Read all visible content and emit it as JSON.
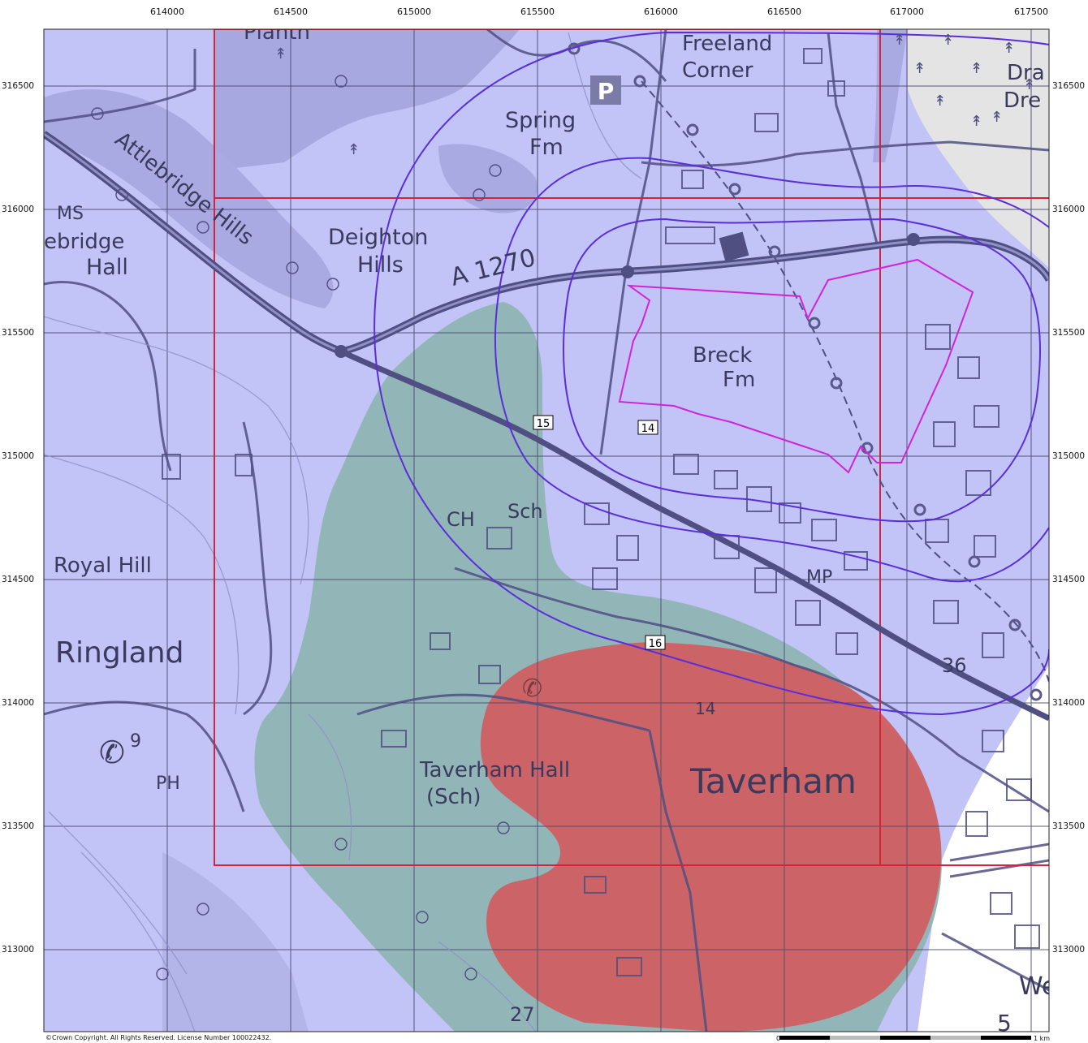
{
  "colors": {
    "background_zone": "#c2c3f7",
    "teal_zone": "#8fb5b4",
    "red_zone": "#cf5f62",
    "grey_zone": "#e4e4e4",
    "road": "#4f4f82",
    "grid": "#4a4a70",
    "red_rect": "#d8223a",
    "contour_purple": "#5a2ed8",
    "site_boundary": "#d024d8"
  },
  "axes": {
    "x_ticks": [
      "614000",
      "614500",
      "615000",
      "615500",
      "616000",
      "616500",
      "617000",
      "617500"
    ],
    "y_ticks": [
      "316500",
      "316000",
      "315500",
      "315000",
      "314500",
      "314000",
      "313500",
      "313000"
    ]
  },
  "place_labels": {
    "planth": "Planth",
    "freeland": "Freeland",
    "corner": "Corner",
    "dra": "Dra",
    "dre": "Dre",
    "spring": "Spring",
    "fm1": "Fm",
    "ms": "MS",
    "attlebridge_hills": "Attlebridge Hills",
    "ebridge": "ebridge",
    "hall": "Hall",
    "deighton": "Deighton",
    "hills": "Hills",
    "a1270": "A 1270",
    "breck": "Breck",
    "fm2": "Fm",
    "royal_hill": "Royal Hill",
    "ch": "CH",
    "sch": "Sch",
    "mp": "MP",
    "ringland": "Ringland",
    "n36": "36",
    "n14": "14",
    "n9": "9",
    "ph": "PH",
    "taverham_hall": "Taverham Hall",
    "sch_paren": "(Sch)",
    "taverham": "Taverham",
    "n27": "27",
    "we": "We",
    "n5": "5",
    "parking": "P"
  },
  "markers": {
    "m14": "14",
    "m15": "15",
    "m16": "16"
  },
  "footer": {
    "copyright": "©Crown Copyright. All Rights Reserved. License Number 100022432.",
    "scale_zero": "0",
    "scale_end": "1 km"
  }
}
